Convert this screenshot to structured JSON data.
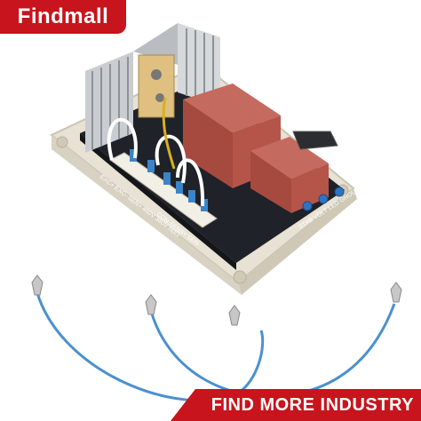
{
  "brand": {
    "name": "Findmall"
  },
  "banner": {
    "text": "FIND MORE INDUSTRY"
  },
  "board_labels": {
    "terminal_row": "EXC+ EXC- SEN+ 460V 380V N(E)",
    "terminal_row_2": "CON SENS+ SEN-",
    "adjust_row": "STAB VOLT LED GROUP"
  },
  "colors": {
    "accent": "#c8141c",
    "base_plate": "#ece8dc",
    "pcb": "#1f2228",
    "transformer": "#b5554a",
    "wire": "#4a90d0"
  }
}
